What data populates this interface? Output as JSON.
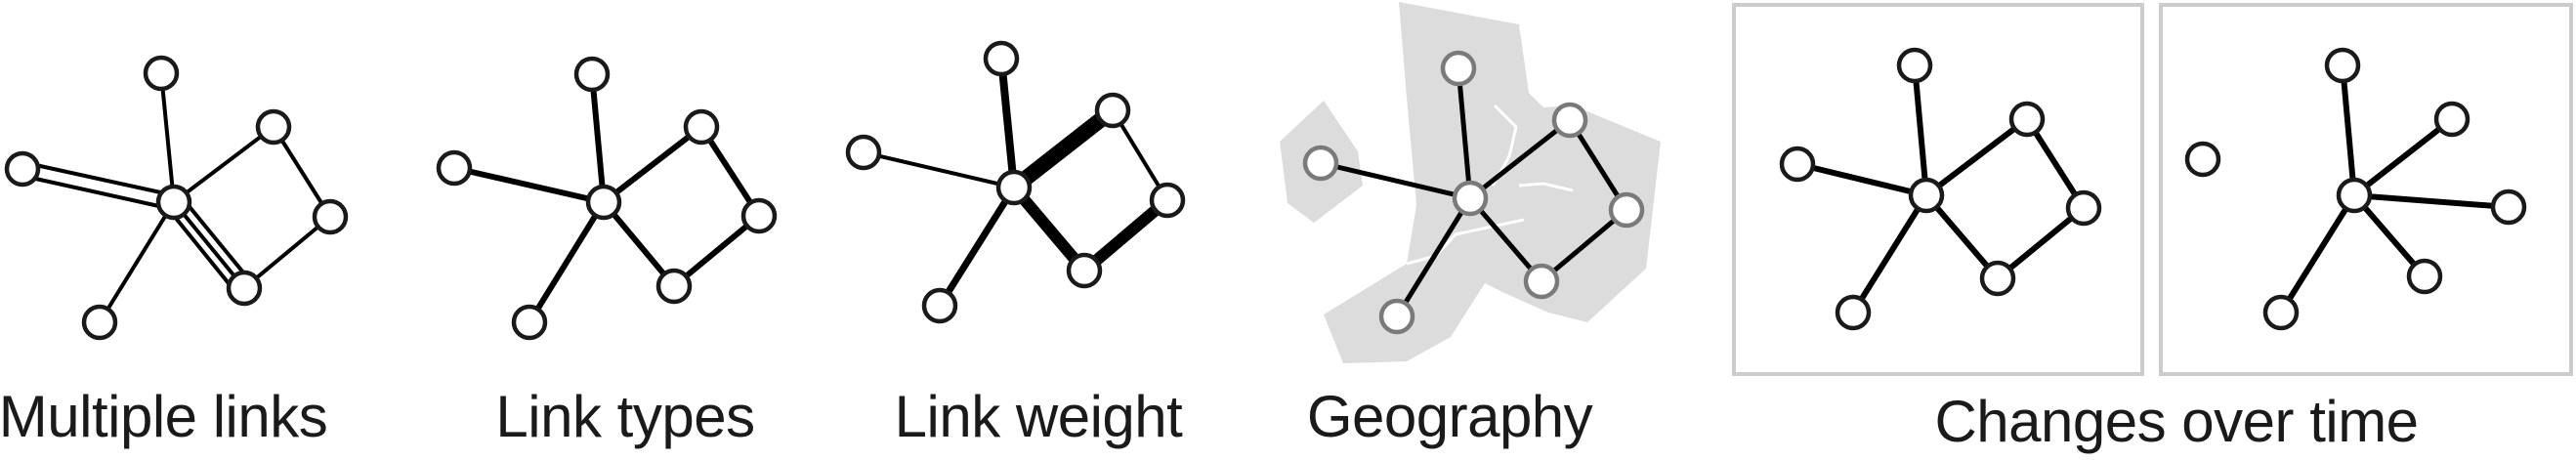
{
  "panels": [
    {
      "id": "multiple-links",
      "caption": "Multiple links"
    },
    {
      "id": "link-types",
      "caption": "Link types"
    },
    {
      "id": "link-weight",
      "caption": "Link weight"
    },
    {
      "id": "geography",
      "caption": "Geography"
    },
    {
      "id": "changes-over-time",
      "caption": "Changes over time"
    }
  ],
  "colors": {
    "node_stroke": "#1a1a1a",
    "edge": "#000000",
    "link_type_orange": "#f5a93a",
    "link_type_blue": "#2474b5",
    "link_type_red": "#e8403a",
    "geography_region": "#dcdcdc",
    "geography_edges": "#7a7a7a",
    "time_frame": "#cccccc"
  }
}
